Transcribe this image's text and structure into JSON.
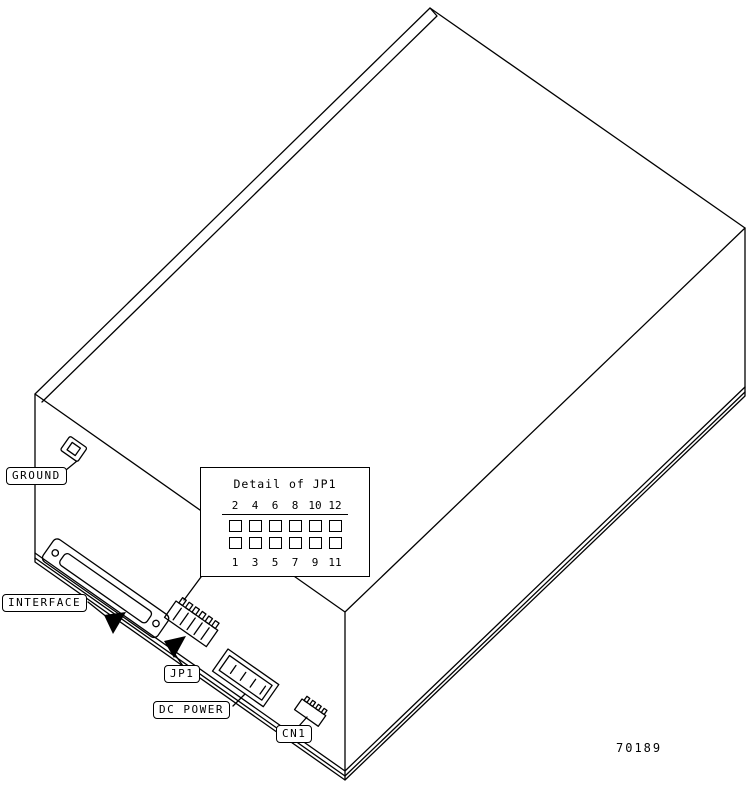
{
  "figure": {
    "drawing_number": "70189"
  },
  "callouts": {
    "ground": {
      "label": "GROUND"
    },
    "interface": {
      "label": "INTERFACE"
    },
    "jp1": {
      "label": "JP1"
    },
    "dc_power": {
      "label": "DC POWER"
    },
    "cn1": {
      "label": "CN1"
    }
  },
  "detail_inset": {
    "title": "Detail of JP1",
    "top_pin_numbers": [
      "2",
      "4",
      "6",
      "8",
      "10",
      "12"
    ],
    "bottom_pin_numbers": [
      "1",
      "3",
      "5",
      "7",
      "9",
      "11"
    ]
  },
  "colors": {
    "line": "#000000",
    "background": "#ffffff",
    "label_border": "#000000"
  }
}
